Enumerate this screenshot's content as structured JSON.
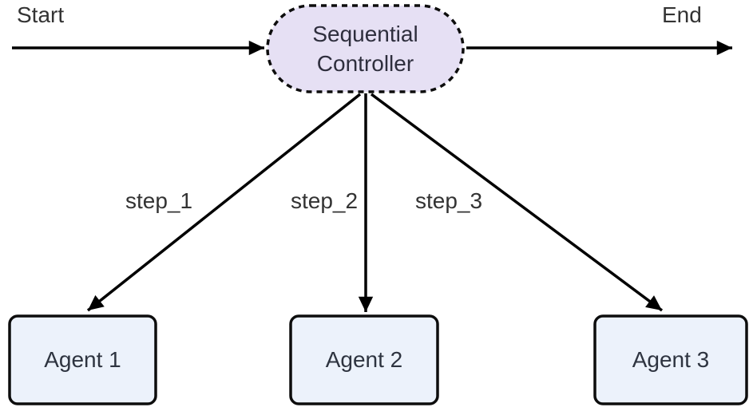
{
  "diagram": {
    "type": "flowchart",
    "background": "#ffffff",
    "start_label": "Start",
    "end_label": "End",
    "controller": {
      "name": "Sequential Controller",
      "line1": "Sequential",
      "line2": "Controller",
      "border_style": "dashed"
    },
    "agents": [
      {
        "label": "Agent 1"
      },
      {
        "label": "Agent 2"
      },
      {
        "label": "Agent 3"
      }
    ],
    "edges": [
      {
        "from": "Start",
        "to": "Sequential Controller",
        "label": ""
      },
      {
        "from": "Sequential Controller",
        "to": "End",
        "label": ""
      },
      {
        "from": "Sequential Controller",
        "to": "Agent 1",
        "label": "step_1"
      },
      {
        "from": "Sequential Controller",
        "to": "Agent 2",
        "label": "step_2"
      },
      {
        "from": "Sequential Controller",
        "to": "Agent 3",
        "label": "step_3"
      }
    ],
    "colors": {
      "controller_fill": "#e6e0f4",
      "agent_fill": "#ecf2fb",
      "edge_stroke": "#000000",
      "node_border": "#0d0d0d",
      "text": "#333333"
    }
  }
}
